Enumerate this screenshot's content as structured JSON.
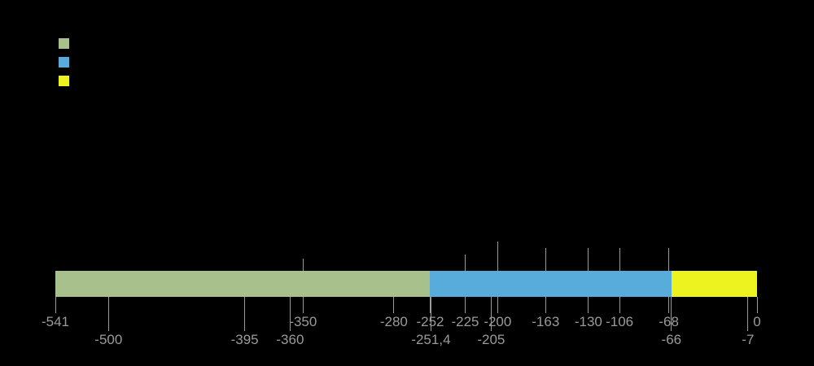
{
  "figure": {
    "background": "#000000"
  },
  "legend": {
    "items": [
      {
        "name": "legend-swatch-green",
        "color": "#a8c18c"
      },
      {
        "name": "legend-swatch-blue",
        "color": "#58acdc"
      },
      {
        "name": "legend-swatch-yellow",
        "color": "#ecf31e"
      }
    ]
  },
  "chart_data": {
    "type": "bar",
    "subtype": "geologic-timeline-bar",
    "title": "",
    "xlabel": "",
    "ylabel": "",
    "axis": {
      "min": -541,
      "max": 0
    },
    "grid": false,
    "legend_position": "top-left",
    "segments": [
      {
        "name": "era-segment-1",
        "start": -541,
        "end": -252,
        "color": "#a8c18c"
      },
      {
        "name": "era-segment-2",
        "start": -252,
        "end": -66,
        "color": "#58acdc"
      },
      {
        "name": "era-segment-3",
        "start": -66,
        "end": 0,
        "color": "#ecf31e"
      }
    ],
    "tick_labels": [
      {
        "value": -541,
        "label": "-541",
        "row": 1
      },
      {
        "value": -500,
        "label": "-500",
        "row": 2
      },
      {
        "value": -395,
        "label": "-395",
        "row": 2
      },
      {
        "value": -360,
        "label": "-360",
        "row": 2
      },
      {
        "value": -350,
        "label": "-350",
        "row": 1
      },
      {
        "value": -280,
        "label": "-280",
        "row": 1
      },
      {
        "value": -252,
        "label": "-252",
        "row": 1
      },
      {
        "value": -251.4,
        "label": "-251,4",
        "row": 2
      },
      {
        "value": -225,
        "label": "-225",
        "row": 1
      },
      {
        "value": -205,
        "label": "-205",
        "row": 2
      },
      {
        "value": -200,
        "label": "-200",
        "row": 1
      },
      {
        "value": -163,
        "label": "-163",
        "row": 1
      },
      {
        "value": -130,
        "label": "-130",
        "row": 1
      },
      {
        "value": -106,
        "label": "-106",
        "row": 1
      },
      {
        "value": -68,
        "label": "-68",
        "row": 1
      },
      {
        "value": -66,
        "label": "-66",
        "row": 2
      },
      {
        "value": -7,
        "label": "-7",
        "row": 2
      },
      {
        "value": 0,
        "label": "0",
        "row": 1
      }
    ],
    "ticks_above": [
      {
        "value": -350,
        "length": 15
      },
      {
        "value": -225,
        "length": 20
      },
      {
        "value": -200,
        "length": 36
      },
      {
        "value": -163,
        "length": 28
      },
      {
        "value": -130,
        "length": 28
      },
      {
        "value": -106,
        "length": 28
      },
      {
        "value": -68,
        "length": 28
      }
    ],
    "style": {
      "tick_color": "#9a9a9a",
      "label_color": "#9a9a9a"
    }
  }
}
